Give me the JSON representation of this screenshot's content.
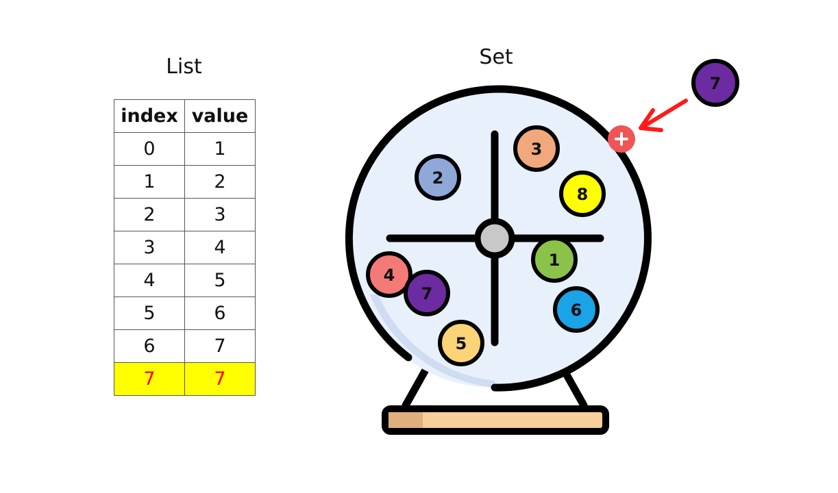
{
  "list": {
    "title": "List",
    "headers": [
      "index",
      "value"
    ],
    "rows": [
      {
        "index": "0",
        "value": "1"
      },
      {
        "index": "1",
        "value": "2"
      },
      {
        "index": "2",
        "value": "3"
      },
      {
        "index": "3",
        "value": "4"
      },
      {
        "index": "4",
        "value": "5"
      },
      {
        "index": "5",
        "value": "6"
      },
      {
        "index": "6",
        "value": "7"
      },
      {
        "index": "7",
        "value": "7"
      }
    ],
    "highlight_row_index": 7,
    "highlight_bg": "#ffff00",
    "highlight_text": "#ff0000"
  },
  "set": {
    "title": "Set",
    "balls": [
      {
        "label": "1",
        "color": "#8bc34a"
      },
      {
        "label": "2",
        "color": "#8fa8d8"
      },
      {
        "label": "3",
        "color": "#f0a87c"
      },
      {
        "label": "4",
        "color": "#f47a78"
      },
      {
        "label": "5",
        "color": "#fbd477"
      },
      {
        "label": "6",
        "color": "#1aa3e6"
      },
      {
        "label": "7",
        "color": "#6c2ba0"
      },
      {
        "label": "8",
        "color": "#ffff00"
      }
    ],
    "incoming_ball": {
      "label": "7",
      "color": "#6c2ba0"
    },
    "entry_marker_color": "#f05454",
    "arrow_color": "#ff1a1a"
  }
}
